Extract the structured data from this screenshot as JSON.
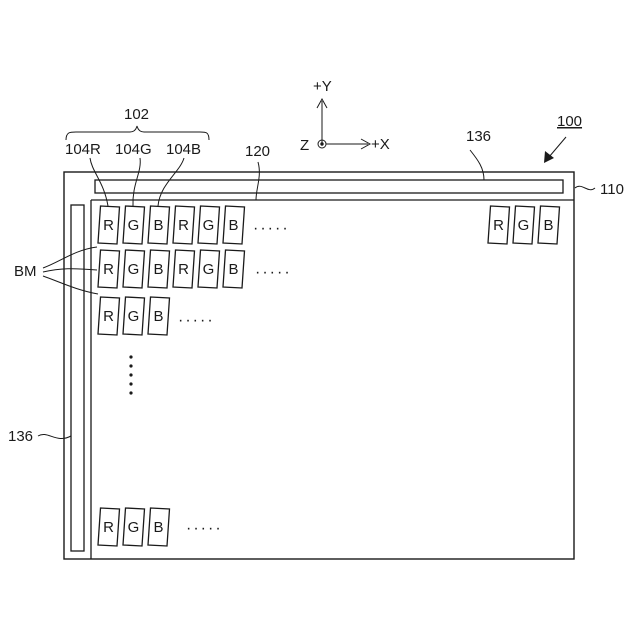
{
  "labels": {
    "device": "100",
    "substrate": "110",
    "display_region": "120",
    "gate_driver": "136",
    "gate_driver_left": "136",
    "pixel_group": "102",
    "subpixel_r": "104R",
    "subpixel_g": "104G",
    "subpixel_b": "104B",
    "black_matrix": "BM"
  },
  "axes": {
    "y": "+Y",
    "x": "+X",
    "z": "Z"
  },
  "subpixel_letters": [
    "R",
    "G",
    "B"
  ],
  "row_dots": "·····",
  "col_dots": "⋮"
}
